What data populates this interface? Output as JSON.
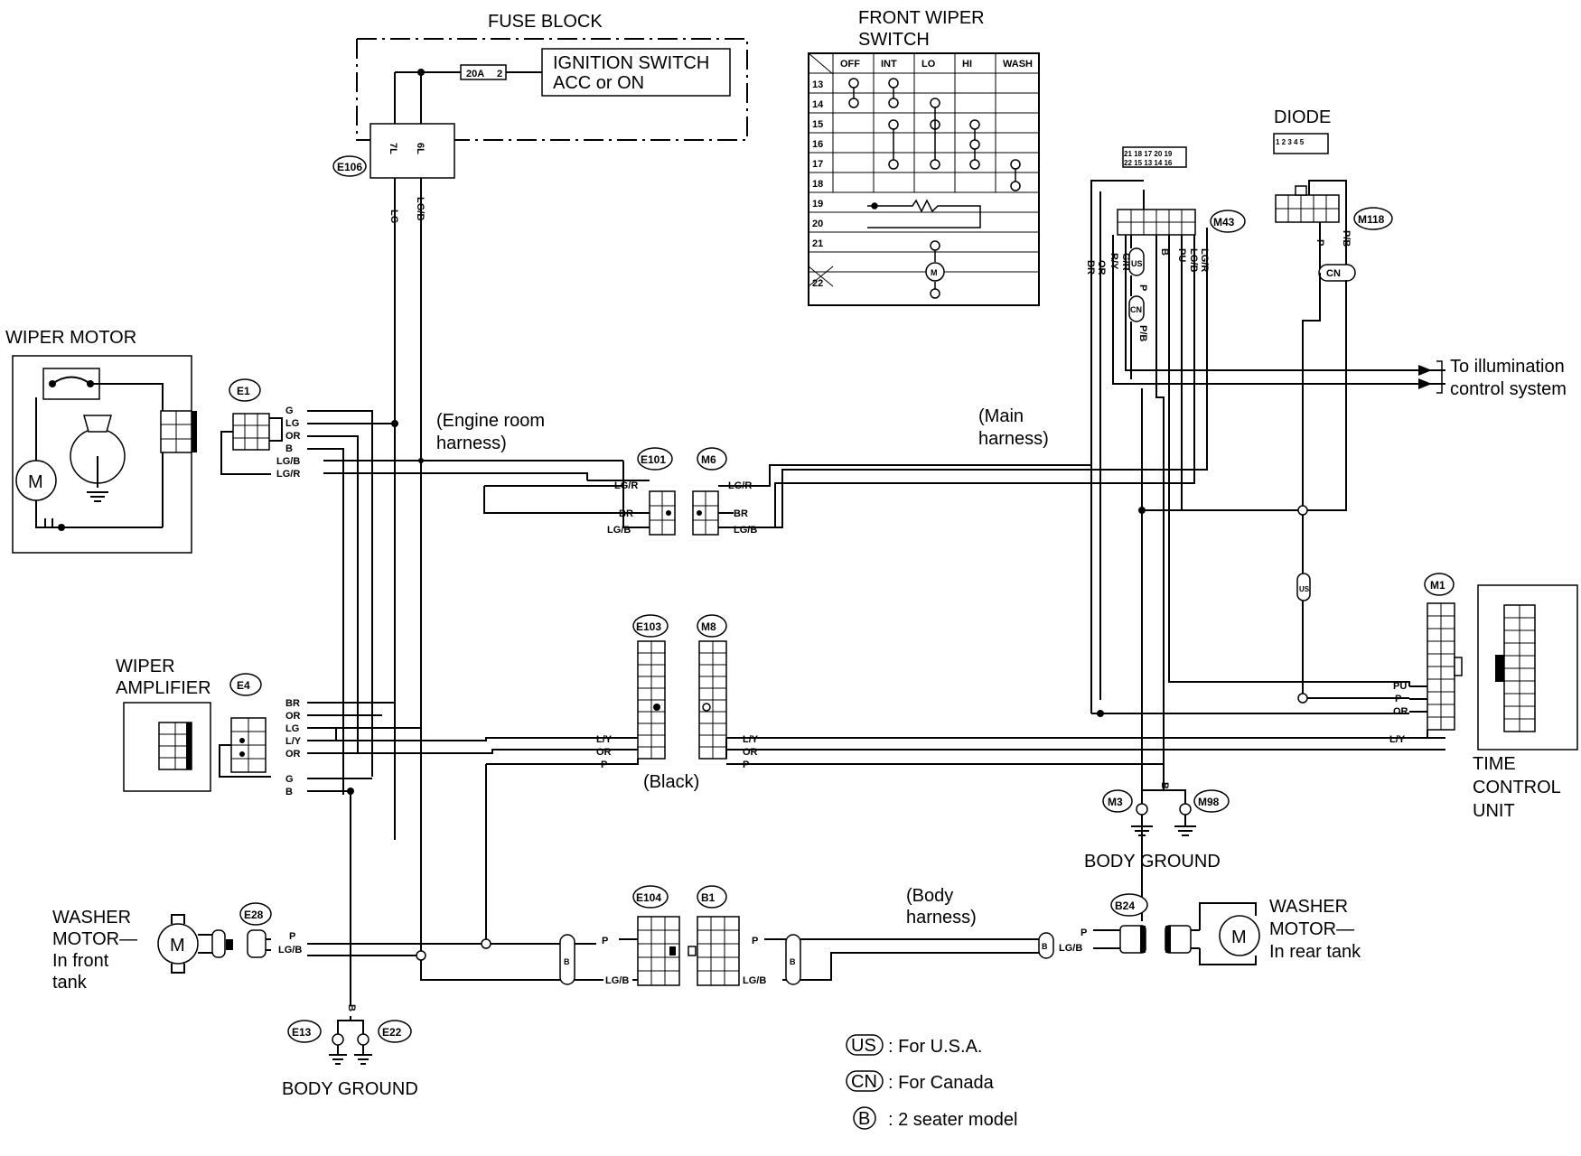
{
  "labels": {
    "fuse_block": "FUSE BLOCK",
    "ignition_line1": "IGNITION SWITCH",
    "ignition_line2": "ACC or ON",
    "fuse_rating": "20A",
    "fuse_num": "2",
    "front_wiper_switch_1": "FRONT WIPER",
    "front_wiper_switch_2": "SWITCH",
    "diode": "DIODE",
    "wiper_motor": "WIPER MOTOR",
    "engine_room_harness_1": "(Engine room",
    "engine_room_harness_2": "harness)",
    "main_harness_1": "(Main",
    "main_harness_2": "harness)",
    "to_illumination_1": "To illumination",
    "to_illumination_2": "control system",
    "wiper_amplifier_1": "WIPER",
    "wiper_amplifier_2": "AMPLIFIER",
    "black": "(Black)",
    "time_control_1": "TIME",
    "time_control_2": "CONTROL",
    "time_control_3": "UNIT",
    "body_ground_right": "BODY GROUND",
    "body_ground_left": "BODY GROUND",
    "washer_front_1": "WASHER",
    "washer_front_2": "MOTOR—",
    "washer_front_3": "In front",
    "washer_front_4": "tank",
    "washer_rear_1": "WASHER",
    "washer_rear_2": "MOTOR—",
    "washer_rear_3": "In rear tank",
    "body_harness_1": "(Body",
    "body_harness_2": "harness)"
  },
  "connectors": {
    "e106": "E106",
    "e1": "E1",
    "e4": "E4",
    "e101": "E101",
    "m6": "M6",
    "e103": "E103",
    "m8": "M8",
    "m43": "M43",
    "m118": "M118",
    "m1": "M1",
    "m3": "M3",
    "m98": "M98",
    "e28": "E28",
    "e13": "E13",
    "e22": "E22",
    "e104": "E104",
    "b1": "B1",
    "b24": "B24"
  },
  "wires": {
    "fuse_pin_a": "7L",
    "fuse_pin_b": "6L",
    "fuse_wire_a": "LG",
    "fuse_wire_b": "LG/B",
    "e1": [
      "G",
      "LG",
      "OR",
      "B",
      "LG/B",
      "LG/R"
    ],
    "e101": [
      "LG/R",
      "BR",
      "LG/B"
    ],
    "m6": [
      "LG/R",
      "BR",
      "LG/B"
    ],
    "e4": [
      "BR",
      "OR",
      "LG",
      "L/Y",
      "OR",
      "G",
      "B"
    ],
    "e103": [
      "L/Y",
      "OR",
      "P"
    ],
    "m8": [
      "L/Y",
      "OR",
      "P"
    ],
    "m1": [
      "PU",
      "P",
      "OR",
      "L/Y"
    ],
    "m43": [
      "BR",
      "OR",
      "R/Y",
      "G/R",
      "B",
      "PU",
      "LG/B",
      "LG/R"
    ],
    "m43_mid": [
      "P",
      "P/B"
    ],
    "m118": [
      "P",
      "P/B"
    ],
    "ground_b": "B",
    "e28": [
      "P",
      "LG/B"
    ],
    "e104": [
      "P",
      "LG/B"
    ],
    "b1": [
      "P",
      "LG/B"
    ],
    "b24": [
      "P",
      "LG/B"
    ],
    "m43_pins_top": "21 18 17 20 19",
    "m43_pins_bot": "22 15 13 14 16",
    "diode_pins": "1 2 3 4 5"
  },
  "badges": {
    "us": "US",
    "cn": "CN",
    "two_seater": "B"
  },
  "switch_table": {
    "headers": [
      "OFF",
      "INT",
      "LO",
      "HI",
      "WASH"
    ],
    "rows": [
      "13",
      "14",
      "15",
      "16",
      "17",
      "18",
      "19",
      "20",
      "21",
      "",
      "22"
    ]
  },
  "legend": [
    {
      "badge": "US",
      "text": ": For U.S.A."
    },
    {
      "badge": "CN",
      "text": ": For Canada"
    },
    {
      "badge": "B",
      "text": ": 2 seater model"
    }
  ]
}
